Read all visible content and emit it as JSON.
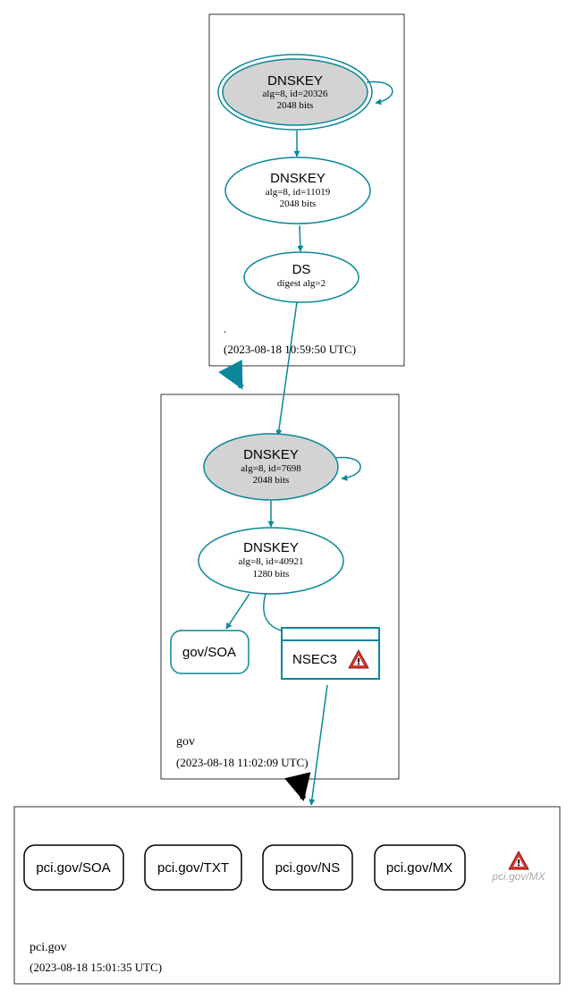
{
  "colors": {
    "edge": "#0a879a",
    "zone_border": "#000000",
    "ksk_fill": "#d3d3d3",
    "warning_red": "#d9342b",
    "ghost_text": "#a9a9a9"
  },
  "zones": {
    "root": {
      "name": ".",
      "timestamp": "(2023-08-18 10:59:50 UTC)"
    },
    "gov": {
      "name": "gov",
      "timestamp": "(2023-08-18 11:02:09 UTC)"
    },
    "pci": {
      "name": "pci.gov",
      "timestamp": "(2023-08-18 15:01:35 UTC)"
    }
  },
  "nodes": {
    "root_ksk": {
      "title": "DNSKEY",
      "line1": "alg=8, id=20326",
      "line2": "2048 bits"
    },
    "root_zsk": {
      "title": "DNSKEY",
      "line1": "alg=8, id=11019",
      "line2": "2048 bits"
    },
    "gov_ds": {
      "title": "DS",
      "line1": "digest alg=2"
    },
    "gov_ksk": {
      "title": "DNSKEY",
      "line1": "alg=8, id=7698",
      "line2": "2048 bits"
    },
    "gov_zsk": {
      "title": "DNSKEY",
      "line1": "alg=8, id=40921",
      "line2": "1280 bits"
    },
    "gov_soa": {
      "label": "gov/SOA"
    },
    "nsec3": {
      "label": "NSEC3",
      "icon": "warning-icon"
    },
    "pci_soa": {
      "label": "pci.gov/SOA"
    },
    "pci_txt": {
      "label": "pci.gov/TXT"
    },
    "pci_ns": {
      "label": "pci.gov/NS"
    },
    "pci_mx": {
      "label": "pci.gov/MX"
    },
    "pci_mx_ghost": {
      "label": "pci.gov/MX",
      "icon": "warning-icon"
    }
  }
}
